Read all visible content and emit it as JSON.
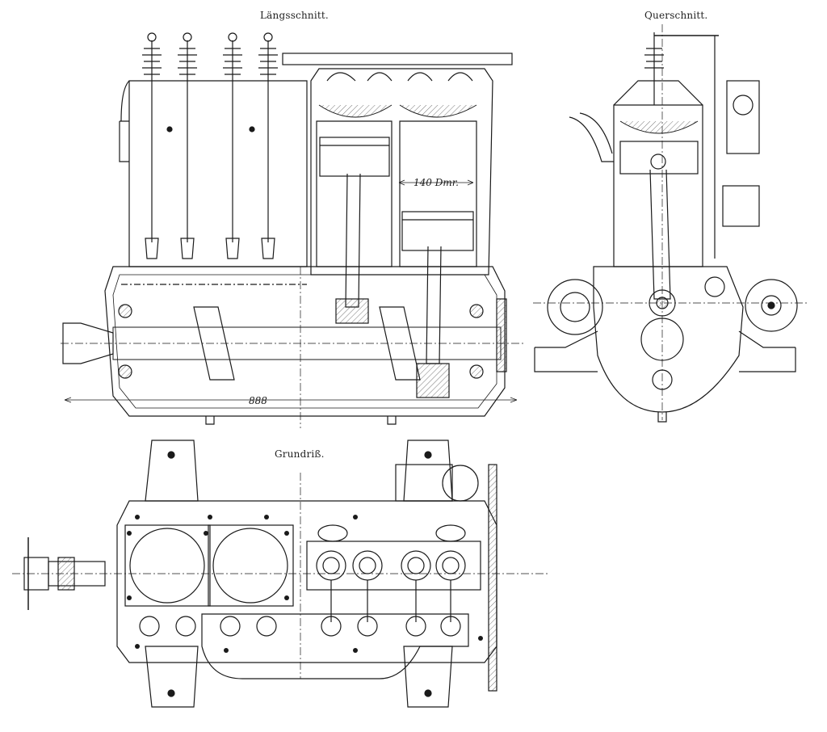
{
  "titles": {
    "longitudinal": "Längsschnitt.",
    "cross": "Querschnitt.",
    "plan": "Grundriß."
  },
  "dimensions": {
    "bore": "140 Dmr.",
    "length": "888"
  },
  "colors": {
    "ink": "#1a1a1a",
    "paper": "#ffffff",
    "hatch": "#555555"
  }
}
